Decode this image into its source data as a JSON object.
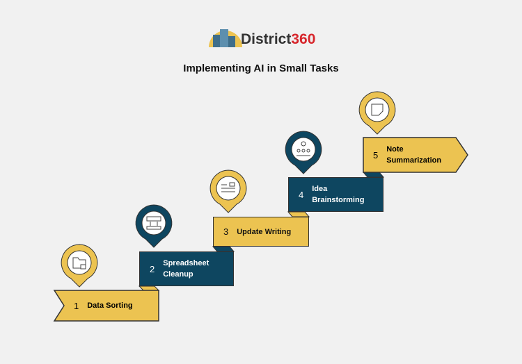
{
  "brand": {
    "name_part1": "District",
    "name_part2": "360"
  },
  "title": "Implementing AI in Small Tasks",
  "steps": [
    {
      "number": "1",
      "line1": "Data Sorting",
      "line2": "",
      "icon": "folder-robot-icon"
    },
    {
      "number": "2",
      "line1": "Spreadsheet",
      "line2": "Cleanup",
      "icon": "spreadsheet-icon"
    },
    {
      "number": "3",
      "line1": "Update Writing",
      "line2": "",
      "icon": "document-robot-icon"
    },
    {
      "number": "4",
      "line1": "Idea",
      "line2": "Brainstorming",
      "icon": "team-idea-icon"
    },
    {
      "number": "5",
      "line1": "Note",
      "line2": "Summarization",
      "icon": "notepad-icon"
    }
  ],
  "colors": {
    "yellow": "#ecc351",
    "dark": "#0e4660",
    "background": "#f1f1f1"
  }
}
